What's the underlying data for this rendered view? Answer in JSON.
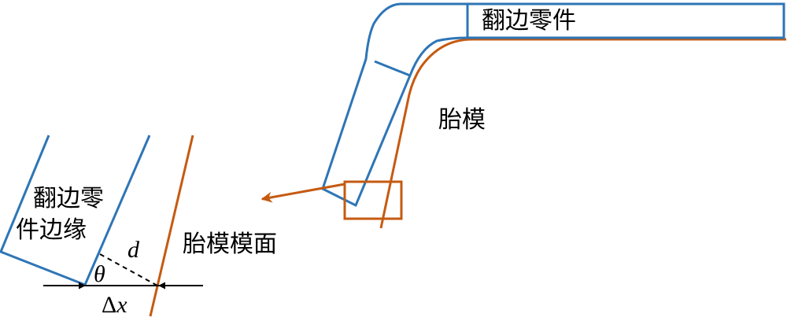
{
  "labels": {
    "flange_part": "翻边零件",
    "die": "胎模",
    "flange_edge_line1": "翻边零",
    "flange_edge_line2": "件边缘",
    "die_surface": "胎模模面",
    "distance": "d",
    "angle": "θ",
    "delta_x_prefix": "Δ",
    "delta_x_var": "x"
  },
  "colors": {
    "part_outline": "#2e75b6",
    "die_outline": "#c55a11",
    "text": "#000000",
    "background": "#ffffff"
  }
}
